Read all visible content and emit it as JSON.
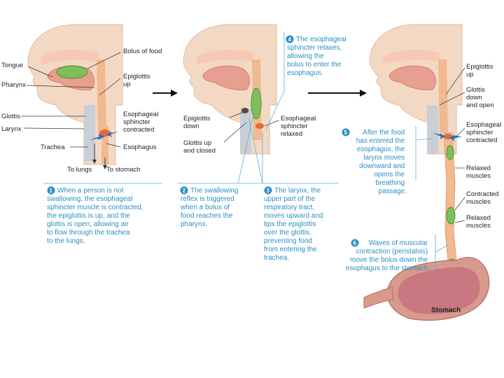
{
  "panel1": {
    "labels": {
      "bolus": "Bolus of food",
      "tongue": "Tongue",
      "pharynx": "Pharynx",
      "epiglottis_up": [
        "Epiglottis",
        "up"
      ],
      "glottis": "Glottis",
      "larynx": "Larynx",
      "sphincter_contracted": [
        "Esophageal",
        "sphincter",
        "contracted"
      ],
      "trachea": "Trachea",
      "esophagus": "Esophagus",
      "to_lungs": "To lungs",
      "to_stomach": "To stomach"
    },
    "step_number": "1",
    "caption": [
      "When a person is not",
      "swallowing, the esophageal",
      "sphincter muscle is contracted,",
      "the epiglottis is up, and the",
      "glottis is open, allowing air",
      "to flow through the trachea",
      "to the lungs."
    ]
  },
  "panel2": {
    "labels": {
      "epiglottis_down": [
        "Epiglottis",
        "down"
      ],
      "glottis_up_closed": [
        "Glottis up",
        "and closed"
      ],
      "sphincter_relaxed": [
        "Esophageal",
        "sphincter",
        "relaxed"
      ]
    },
    "step2_number": "2",
    "step2_caption": [
      "The swallowing",
      "reflex is triggered",
      "when a bolus of",
      "food reaches the",
      "pharynx."
    ],
    "step3_number": "3",
    "step3_caption": [
      "The larynx, the",
      "upper part of the",
      "respiratory tract,",
      "moves upward and",
      "tips the epiglottis",
      "over the glottis,",
      "preventing food",
      "from entering the",
      "trachea."
    ],
    "step4_number": "4",
    "step4_caption": [
      "The esophageal",
      "sphincter relaxes,",
      "allowing the",
      "bolus to enter the",
      "esophagus."
    ]
  },
  "panel3": {
    "labels": {
      "epiglottis_up": [
        "Epiglottis",
        "up"
      ],
      "glottis_down_open": [
        "Glottis",
        "down",
        "and open"
      ],
      "sphincter_contracted": [
        "Esophageal",
        "sphincter",
        "contracted"
      ],
      "relaxed_muscles_1": [
        "Relaxed",
        "muscles"
      ],
      "contracted_muscles": [
        "Contracted",
        "muscles"
      ],
      "relaxed_muscles_2": [
        "Relaxed",
        "muscles"
      ],
      "stomach": "Stomach"
    },
    "step5_number": "5",
    "step5_caption": [
      "After the food",
      "has entered the",
      "esophagus, the",
      "larynx moves",
      "downward and",
      "opens the",
      "breathing",
      "passage."
    ],
    "step6_number": "6",
    "step6_caption": [
      "Waves of muscular",
      "contraction (peristalsis)",
      "move the bolus down the",
      "esophagus to the stomach."
    ]
  },
  "colors": {
    "skin": "#f3d9c4",
    "skin_dark": "#e4b99b",
    "tissue": "#e7a08f",
    "tissue_dark": "#d77b6b",
    "bolus": "#7fbf5a",
    "bolus_dark": "#4f8f3a",
    "esophagus": "#f0b98f",
    "sphincter": "#e26a3a",
    "trachea": "#c9cfd6",
    "caption": "#2a8fc6",
    "leader_blue": "#5aaedc",
    "arrow_blue": "#2d6db5",
    "stomach": "#d89a8d",
    "stomach_inner": "#c0607a"
  },
  "icons": [
    "head-profile-illustration",
    "arrow-right-icon",
    "blue-arrow-icon",
    "step-number-circle"
  ]
}
